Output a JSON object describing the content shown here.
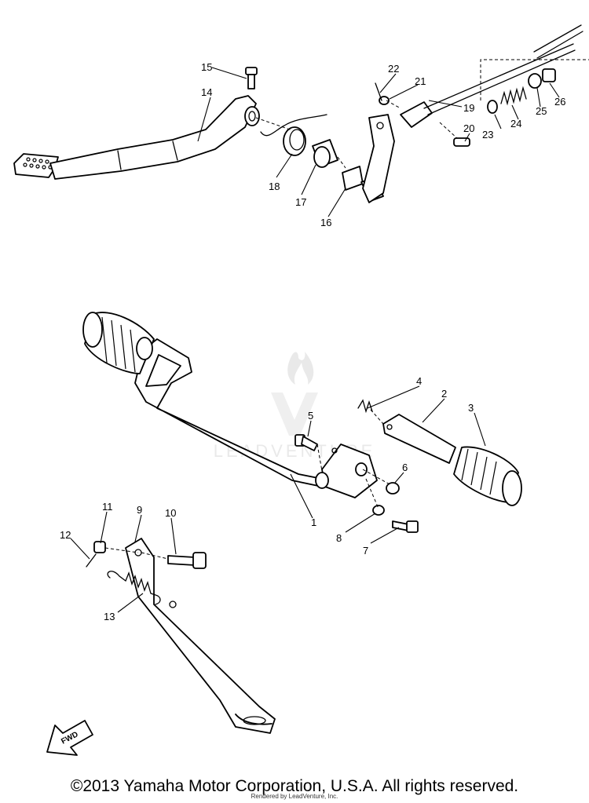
{
  "watermark": {
    "text": "LEADVENTURE",
    "color": "#d8d8d8"
  },
  "fwd_label": "FWD",
  "callouts": [
    "1",
    "2",
    "3",
    "4",
    "5",
    "6",
    "7",
    "8",
    "9",
    "10",
    "11",
    "12",
    "13",
    "14",
    "15",
    "16",
    "17",
    "18",
    "19",
    "20",
    "21",
    "22",
    "23",
    "24",
    "25",
    "26"
  ],
  "footer": {
    "copyright": "©2013 Yamaha Motor Corporation, U.S.A. All rights reserved.",
    "rendered_by": "Rendered by LeadVenture, Inc."
  }
}
